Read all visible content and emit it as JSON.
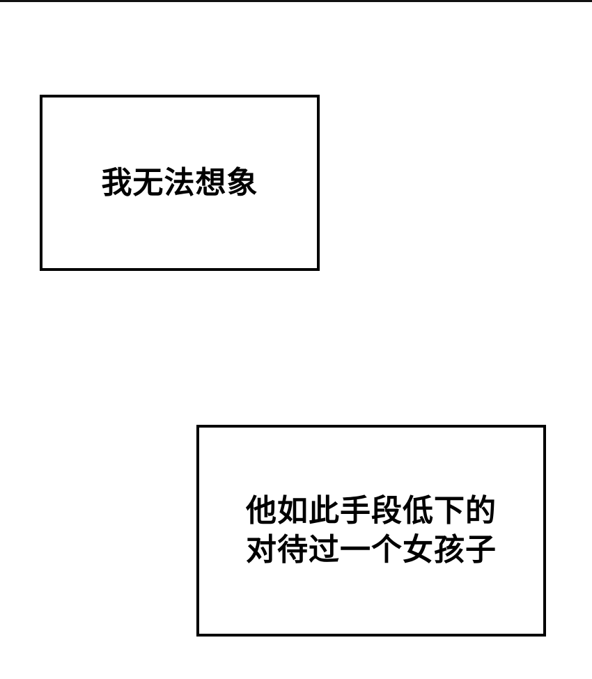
{
  "captions": [
    {
      "lines": [
        "我无法想象"
      ]
    },
    {
      "lines": [
        "他如此手段低下的",
        "对待过一个女孩子"
      ]
    }
  ],
  "colors": {
    "background": "#ffffff",
    "border": "#000000",
    "text": "#000000"
  }
}
